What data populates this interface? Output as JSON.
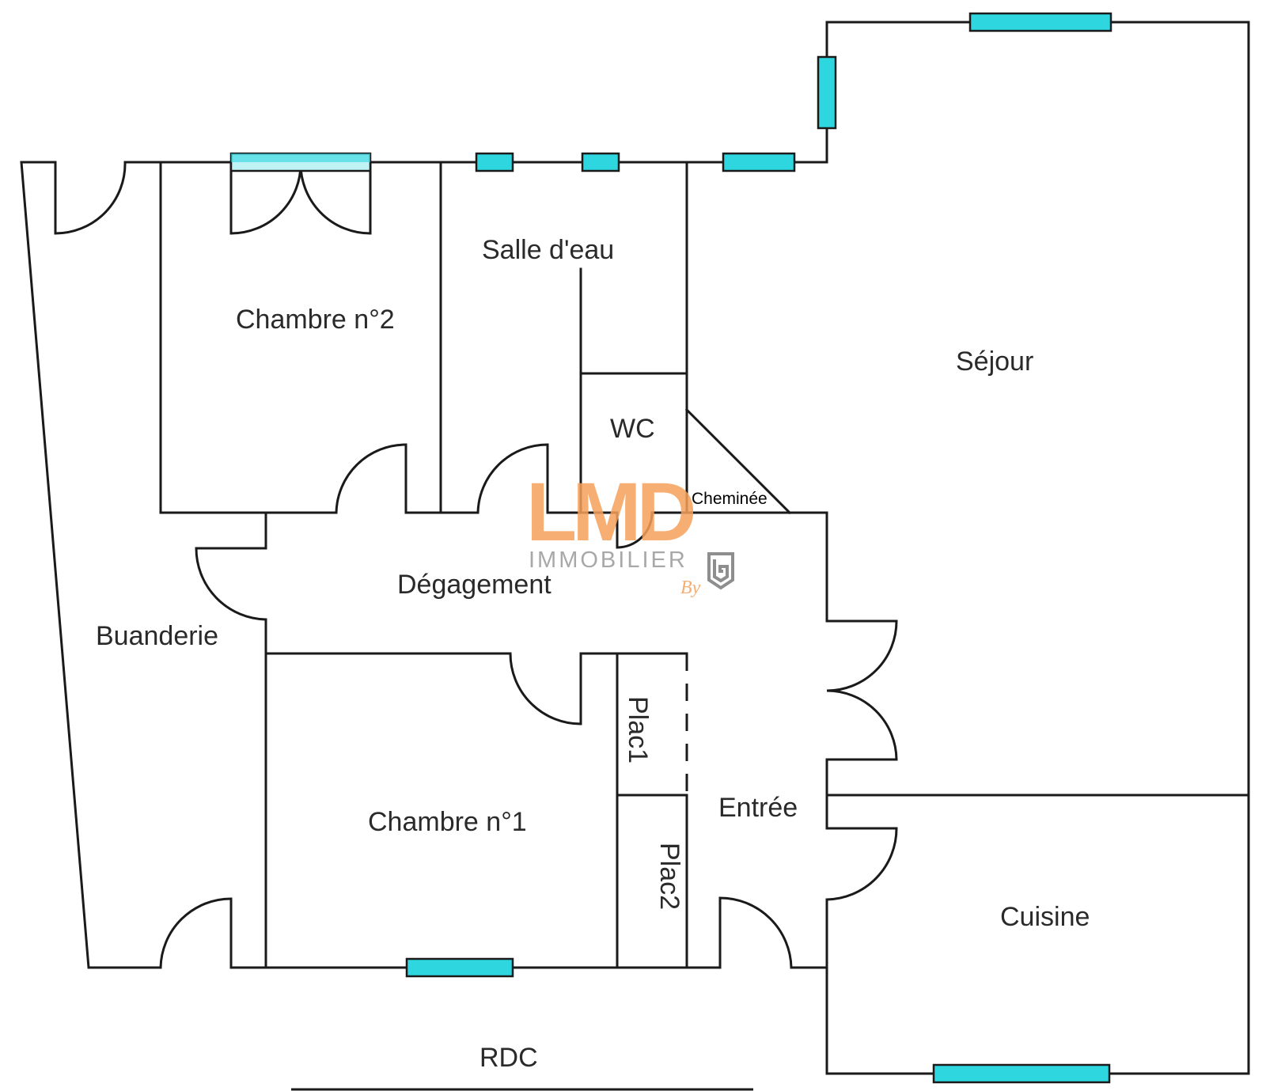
{
  "plan": {
    "level_label": "RDC",
    "rooms": {
      "chambre2": "Chambre n°2",
      "salle_eau": "Salle d'eau",
      "sejour": "Séjour",
      "wc": "WC",
      "cheminee": "Cheminée",
      "degagement": "Dégagement",
      "buanderie": "Buanderie",
      "plac1": "Plac1",
      "plac2": "Plac2",
      "entree": "Entrée",
      "chambre1": "Chambre n°1",
      "cuisine": "Cuisine"
    }
  },
  "watermark": {
    "logo_text": "LMD",
    "subtitle": "IMMOBILIER",
    "by": "By"
  },
  "colors": {
    "window": "#2ed6e0",
    "window_light": "#bff3f5",
    "wall": "#1a1a1a",
    "watermark": "#f6a15a",
    "watermark_gray": "#9a9a9a"
  }
}
